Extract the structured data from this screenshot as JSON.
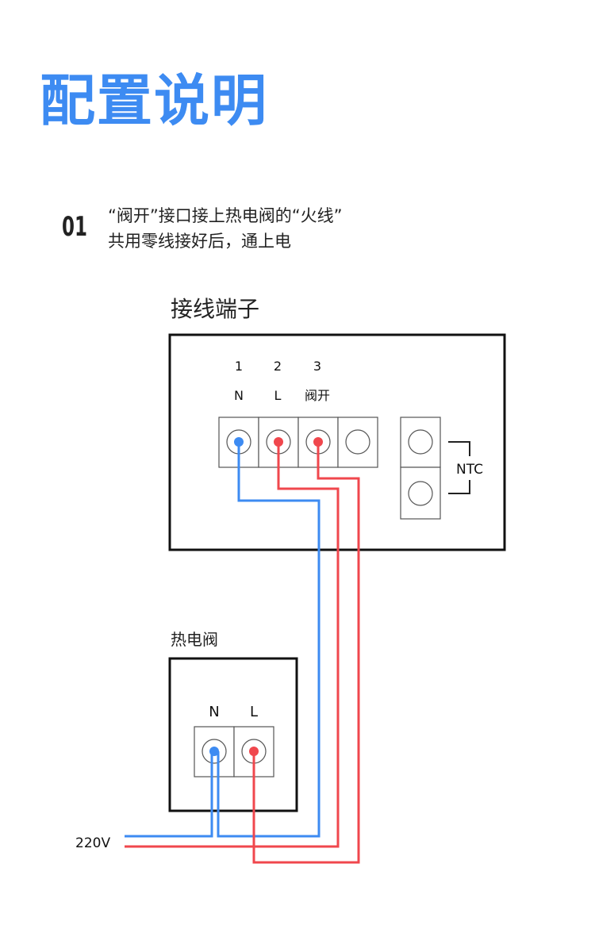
{
  "header": {
    "title": "配置说明"
  },
  "step": {
    "number": "01",
    "line1": "“阀开”接口接上热电阀的“火线”",
    "line2": "共用零线接好后，通上电"
  },
  "terminal_block": {
    "label": "接线端子",
    "numbers": [
      "1",
      "2",
      "3"
    ],
    "names": [
      "N",
      "L",
      "阀开"
    ],
    "ntc_label": "NTC"
  },
  "valve": {
    "label": "热电阀",
    "names": [
      "N",
      "L"
    ]
  },
  "supply": {
    "label": "220V"
  },
  "colors": {
    "title": "#3d8bf2",
    "neutral_wire": "#3d8bf2",
    "live_wire": "#f0474d"
  }
}
